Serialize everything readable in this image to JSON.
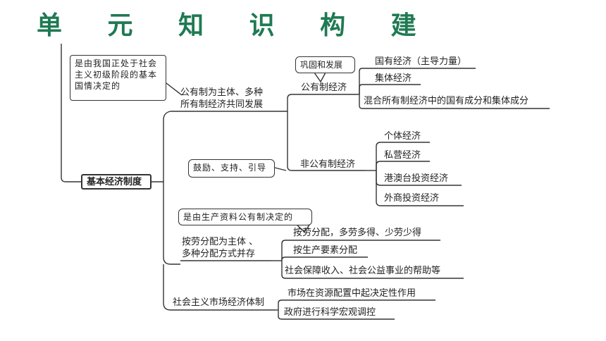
{
  "title": "单 元 知 识 构 建",
  "root": "基本经济制度",
  "notes": {
    "national_condition": "是由我国正处于社会主义初级阶段的基本国情决定的",
    "consolidate": "巩固和发展",
    "encourage": "鼓励、支持、引导",
    "ownership_decided": "是由生产资料公有制决定的"
  },
  "branches": {
    "ownership": {
      "label_line1": "公有制为主体、多种",
      "label_line2": "所有制经济共同发展",
      "public": {
        "label": "公有制经济",
        "items": [
          "国有经济（主导力量）",
          "集体经济",
          "混合所有制经济中的国有成分和集体成分"
        ]
      },
      "nonpublic": {
        "label": "非公有制经济",
        "items": [
          "个体经济",
          "私营经济",
          "港澳台投资经济",
          "外商投资经济"
        ]
      }
    },
    "distribution": {
      "label_line1": "按劳分配为主体 、",
      "label_line2": "多种分配方式并存",
      "items": [
        "按劳分配，多劳多得、少劳少得",
        "按生产要素分配",
        "社会保障收入、社会公益事业的帮助等"
      ]
    },
    "market": {
      "label": "社会主义市场经济体制",
      "items": [
        "市场在资源配置中起决定性作用",
        "政府进行科学宏观调控"
      ]
    }
  }
}
